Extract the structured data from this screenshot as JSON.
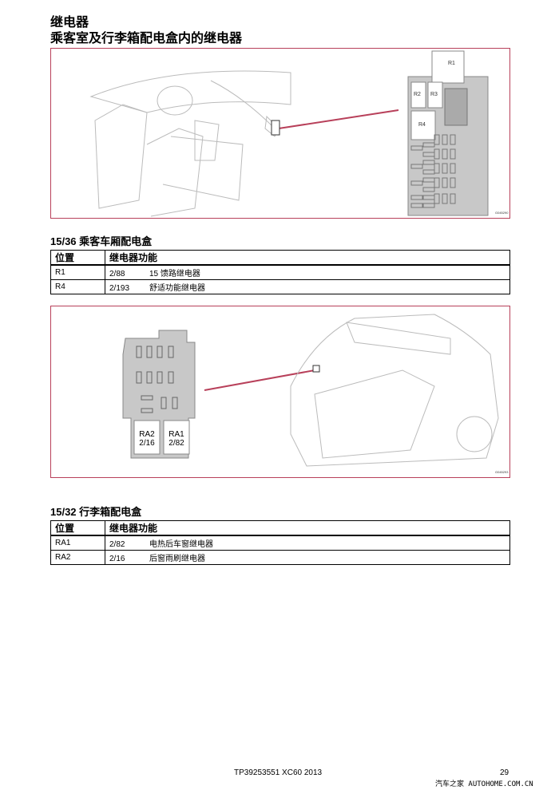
{
  "title": "继电器",
  "subtitle": "乘客室及行李箱配电盒内的继电器",
  "figure1": {
    "labels": [
      "R1",
      "R2",
      "R3",
      "R4"
    ],
    "code": "G045290"
  },
  "section1": {
    "title": "15/36 乘客车厢配电盒",
    "headers": [
      "位置",
      "继电器功能"
    ],
    "rows": [
      {
        "pos": "R1",
        "code": "2/88",
        "desc": "15 馈路继电器"
      },
      {
        "pos": "R4",
        "code": "2/193",
        "desc": "舒适功能继电器"
      }
    ]
  },
  "figure2": {
    "labels": [
      {
        "name": "RA2",
        "code": "2/16"
      },
      {
        "name": "RA1",
        "code": "2/82"
      }
    ],
    "code": "G045293"
  },
  "section2": {
    "title": "15/32 行李箱配电盒",
    "headers": [
      "位置",
      "继电器功能"
    ],
    "rows": [
      {
        "pos": "RA1",
        "code": "2/82",
        "desc": "电热后车窗继电器"
      },
      {
        "pos": "RA2",
        "code": "2/16",
        "desc": "后窗雨刷继电器"
      }
    ]
  },
  "footer": {
    "doc": "TP39253551 XC60 2013",
    "page": "29",
    "watermark": "汽车之家 AUTOHOME.COM.CN"
  }
}
